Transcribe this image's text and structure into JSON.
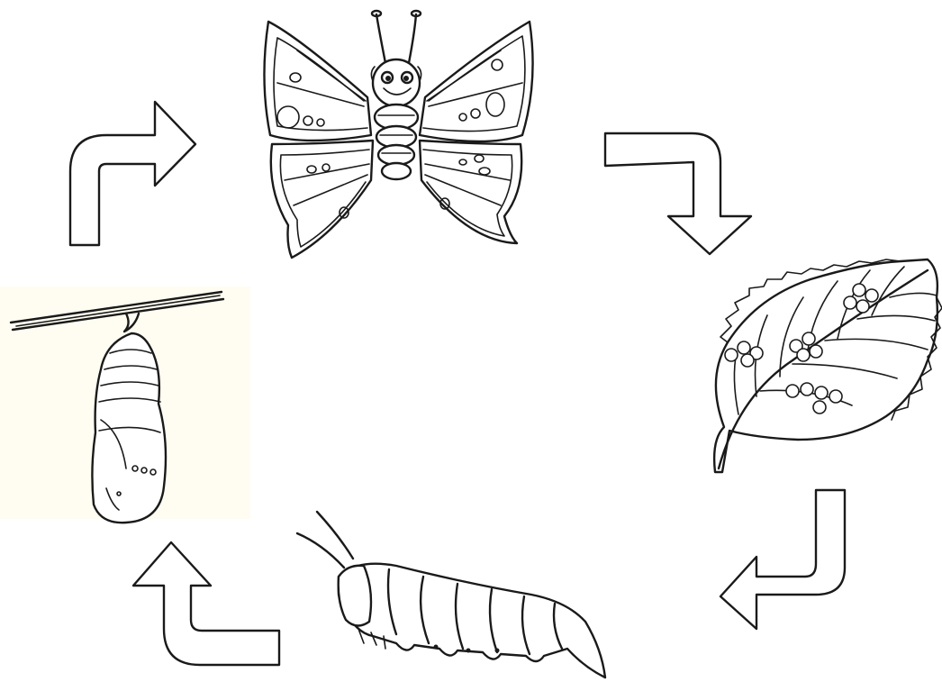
{
  "diagram": {
    "type": "life-cycle",
    "stages": [
      {
        "id": "butterfly",
        "icon": "butterfly-icon"
      },
      {
        "id": "eggs",
        "icon": "leaf-with-eggs-icon"
      },
      {
        "id": "caterpillar",
        "icon": "caterpillar-icon"
      },
      {
        "id": "chrysalis",
        "icon": "chrysalis-icon"
      }
    ],
    "flow": [
      "butterfly",
      "eggs",
      "caterpillar",
      "chrysalis",
      "butterfly"
    ],
    "arrow_style": "outlined-white"
  }
}
